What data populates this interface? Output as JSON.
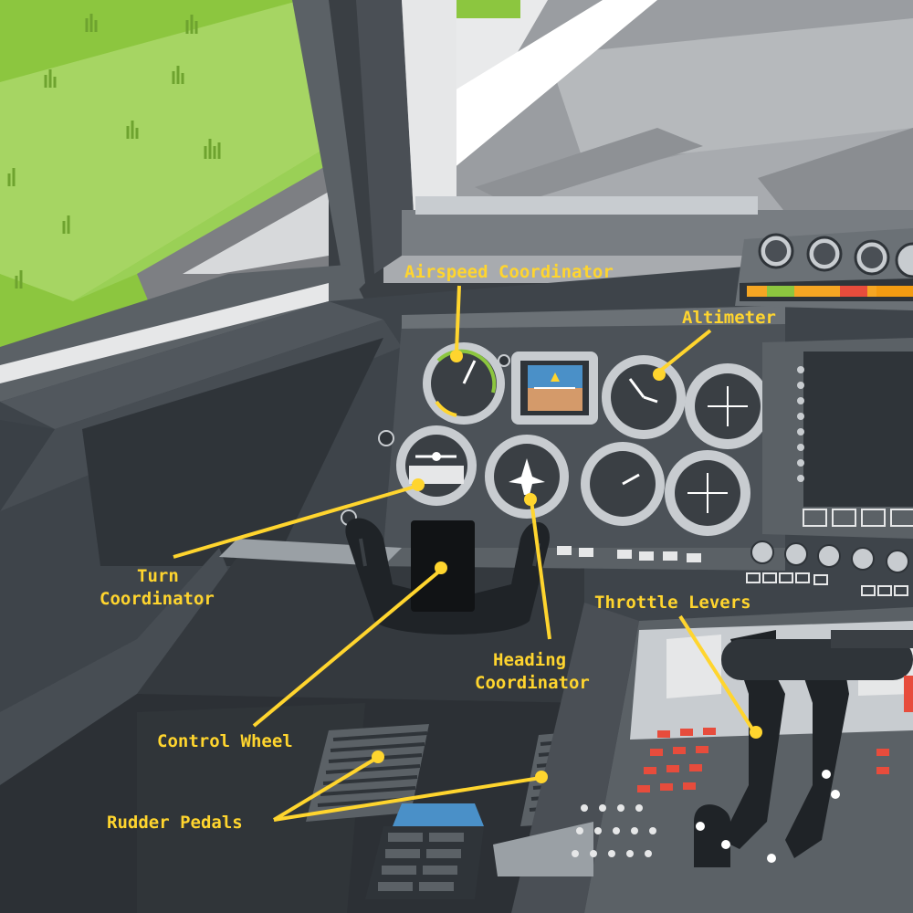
{
  "labels": {
    "airspeed": "Airspeed Coordinator",
    "altimeter": "Altimeter",
    "turn_line1": "Turn",
    "turn_line2": "Coordinator",
    "throttle": "Throttle Levers",
    "heading_line1": "Heading",
    "heading_line2": "Coordinator",
    "control_wheel": "Control Wheel",
    "rudder_pedals": "Rudder Pedals"
  },
  "colors": {
    "callout": "#ffd52e",
    "grass": "#8cc63f",
    "panel": "#3e444a",
    "glass": "#c8ccd0"
  }
}
